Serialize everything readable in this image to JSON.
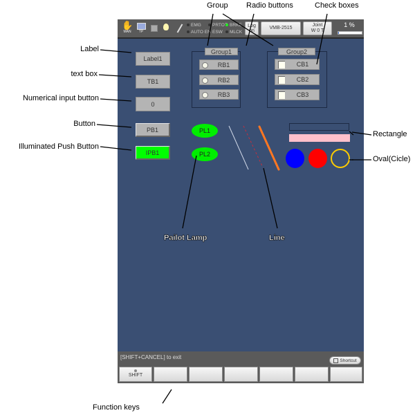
{
  "topbar": {
    "icons": [
      {
        "name": "hand-icon",
        "label": "MAN"
      },
      {
        "name": "tp-icon",
        "label": "TP"
      },
      {
        "name": "stop-square-icon",
        "label": ""
      },
      {
        "name": "light-bulb-icon",
        "label": ""
      },
      {
        "name": "wrench-icon",
        "label": ""
      }
    ],
    "indicators": [
      {
        "label": "EMG",
        "on": false
      },
      {
        "label": "AUTO EN",
        "on": false
      },
      {
        "label": "PRTOT",
        "on": false
      },
      {
        "label": "ESW",
        "on": false
      },
      {
        "label": "BRKE",
        "on": true
      },
      {
        "label": "MLCK",
        "on": false
      }
    ],
    "log_button": "Log on",
    "model_button": "VMB-2515",
    "coord_button_line1": "Joint",
    "coord_button_line2": "W 0 T",
    "speed_value": "1 %",
    "speed_fraction": 0.01
  },
  "controls": {
    "label1": "Label1",
    "textbox": "TB1",
    "numeric_input": "0",
    "button": "PB1",
    "illuminated_button": "IPB1",
    "group1": {
      "title": "Group1",
      "radios": [
        "RB1",
        "RB2",
        "RB3"
      ]
    },
    "group2": {
      "title": "Group2",
      "checks": [
        "CB1",
        "CB2",
        "CB3"
      ]
    },
    "lamps": [
      "PL1",
      "PL2"
    ]
  },
  "colors": {
    "screen_bg": "#3a4f73",
    "lamp_green": "#00ee00",
    "ipb_green": "#00ff00",
    "rect_fill": "#ffc0cb",
    "oval_blue": "#0000ff",
    "oval_red": "#ff0000",
    "oval_ring": "#ffcc00",
    "line_orange": "#ff7722"
  },
  "bottombar": {
    "exit_hint": "[SHIFT+CANCEL] to exit",
    "shortcut_label": "Shortcut",
    "function_keys": [
      "SHIFT",
      "",
      "",
      "",
      "",
      "",
      ""
    ]
  },
  "annotations": {
    "label": "Label",
    "text_box": "text box",
    "numerical_input_button": "Numerical input button",
    "button": "Button",
    "illuminated_push_button": "Illuminated Push Button",
    "group": "Group",
    "radio_buttons": "Radio buttons",
    "check_boxes": "Check boxes",
    "rectangle": "Rectangle",
    "oval": "Oval(Cicle)",
    "pilot_lamp": "Pailot Lamp",
    "line": "Line",
    "function_keys": "Function keys"
  }
}
